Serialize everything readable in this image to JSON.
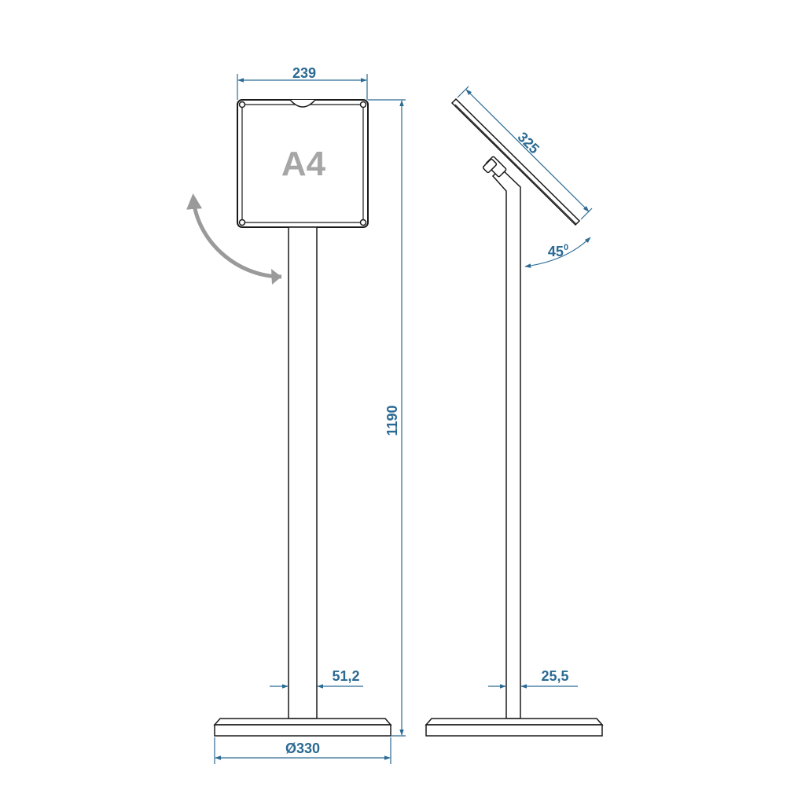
{
  "front_view": {
    "sign_label": "A4",
    "dimensions": {
      "frame_width": "239",
      "total_height": "1190",
      "pole_width": "51,2",
      "base_diameter": "Ø330"
    },
    "rotation_arrow_icon": "curved-rotation-arrow-icon"
  },
  "side_view": {
    "dimensions": {
      "frame_length": "325",
      "tilt_angle": "45",
      "tilt_angle_unit": "0",
      "pole_depth": "25,5"
    }
  },
  "colors": {
    "dimension": "#2a6a93",
    "outline": "#1a1a1a",
    "label_gray": "#a6a6a6",
    "arrow_gray": "#9a9a9a"
  }
}
